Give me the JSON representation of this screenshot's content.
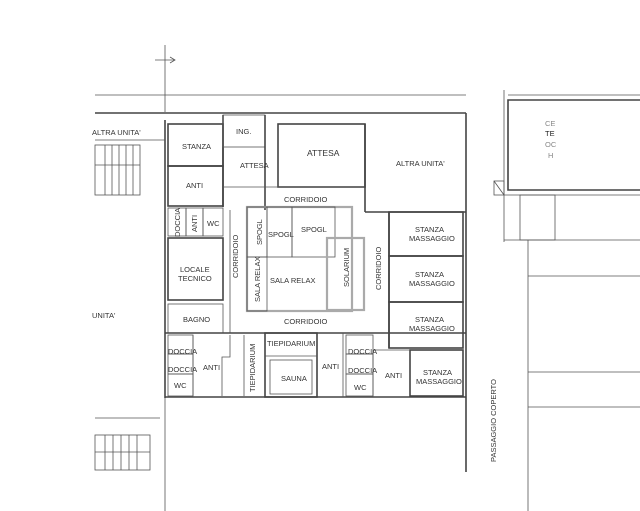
{
  "rooms": {
    "altra_unita_left": "ALTRA UNITA'",
    "unita_left": "UNITA'",
    "stanza": "STANZA",
    "ing": "ING.",
    "attesa_main": "ATTESA",
    "attesa_small": "ATTESA",
    "altra_unita_right": "ALTRA UNITA'",
    "anti_top": "ANTI",
    "corridoio_top": "CORRIDOIO",
    "doccia_top": "DOCCIA",
    "anti_small": "ANTI",
    "wc_top": "WC",
    "spogl_v": "SPOGL",
    "spogl_1": "SPOGL",
    "spogl_2": "SPOGL",
    "corridoio_left": "CORRIDOIO",
    "sala_relax_v": "SALA RELAX",
    "sala_relax": "SALA RELAX",
    "solarium": "SOLARIUM",
    "corridoio_right": "CORRIDOIO",
    "locale_tecnico_1": "LOCALE",
    "locale_tecnico_2": "TECNICO",
    "bagno": "BAGNO",
    "corridoio_bottom": "CORRIDOIO",
    "stanza_massaggio_1": [
      "STANZA",
      "MASSAGGIO"
    ],
    "stanza_massaggio_2": [
      "STANZA",
      "MASSAGGIO"
    ],
    "stanza_massaggio_3": [
      "STANZA",
      "MASSAGGIO"
    ],
    "stanza_massaggio_4": [
      "STANZA",
      "MASSAGGIO"
    ],
    "doccia_bl_1": "DOCCIA",
    "doccia_bl_2": "DOCCIA",
    "wc_bl": "WC",
    "anti_bl": "ANTI",
    "tiepidarium_v": "TIEPIDARIUM",
    "tiepidarium": "TIEPIDARIUM",
    "sauna": "SAUNA",
    "anti_bc": "ANTI",
    "doccia_br_1": "DOCCIA",
    "doccia_br_2": "DOCCIA",
    "wc_br": "WC",
    "anti_br": "ANTI",
    "passaggio_coperto": "PASSAGGIO COPERTO",
    "right_building": [
      "CE",
      "TE",
      "OC",
      "H"
    ]
  }
}
